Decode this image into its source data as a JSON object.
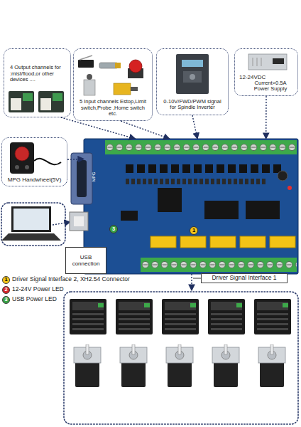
{
  "diagram": {
    "nodes": [
      {
        "text": [
          "4 Output channels for :mist/flood,or other devices ...."
        ]
      },
      {
        "text": [
          "5 Input channels Estop,Limit switch,Probe ,Home switch etc."
        ]
      },
      {
        "text": [
          "0-10V/FWD/PWM signal for Spindle Inverter"
        ]
      },
      {
        "text": [
          "12-24VDC",
          "Current>0.5A Power Supply"
        ]
      },
      {
        "text": [
          "MPG Handwheel(5V)"
        ]
      },
      {
        "text": [
          "MPG"
        ]
      },
      {
        "text": [
          "USB connection"
        ]
      }
    ],
    "edges": [
      {
        "from": 0,
        "to": 5,
        "arrow": "to"
      },
      {
        "from": 1,
        "to": 5,
        "arrow": "to"
      },
      {
        "from": 2,
        "to": 5,
        "arrow": "to"
      },
      {
        "from": 3,
        "to": 5,
        "arrow": "to"
      },
      {
        "from": 4,
        "to": 5,
        "arrow": "to"
      }
    ],
    "labels": [
      "3",
      "1",
      "1",
      "Driver Signal Interface 2, XH2.54 Connector",
      "2",
      "12-24V Power LED",
      "3",
      "USB Power LED",
      "Driver Signal Interface 1"
    ]
  }
}
